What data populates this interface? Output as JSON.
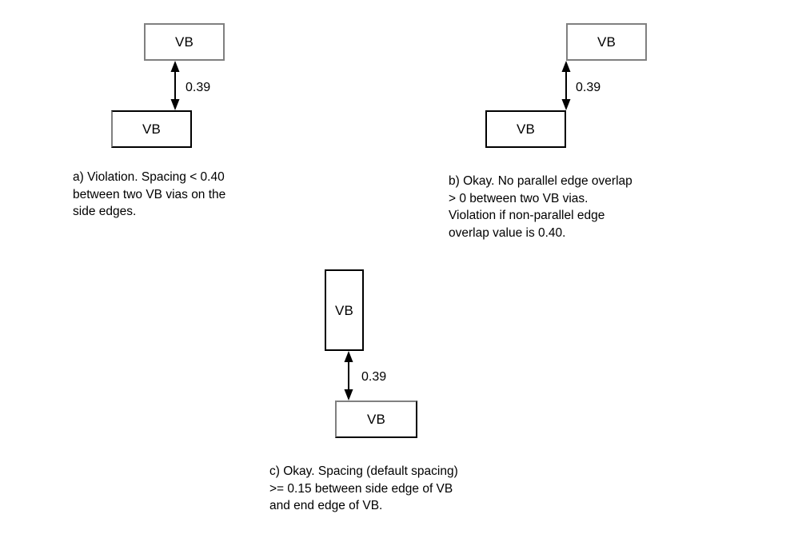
{
  "figure": {
    "background": "#ffffff",
    "box_fill": "#ffffff",
    "box_stroke_black": "#000000",
    "box_stroke_gray": "#808080",
    "arrow_color": "#000000"
  },
  "panels": [
    {
      "id": "a",
      "boxes": [
        {
          "label": "VB",
          "name": "via-box-top"
        },
        {
          "label": "VB",
          "name": "via-box-bottom"
        }
      ],
      "dimension": {
        "value": "0.39",
        "name": "spacing-dimension"
      },
      "caption": "a) Violation. Spacing < 0.40\nbetween two VB vias on the\nside edges."
    },
    {
      "id": "b",
      "boxes": [
        {
          "label": "VB",
          "name": "via-box-top"
        },
        {
          "label": "VB",
          "name": "via-box-bottom"
        }
      ],
      "dimension": {
        "value": "0.39",
        "name": "spacing-dimension"
      },
      "caption": "b) Okay. No parallel edge overlap\n> 0  between two VB vias.\nViolation if non-parallel edge\noverlap value is 0.40."
    },
    {
      "id": "c",
      "boxes": [
        {
          "label": "VB",
          "name": "via-box-top"
        },
        {
          "label": "VB",
          "name": "via-box-bottom"
        }
      ],
      "dimension": {
        "value": "0.39",
        "name": "spacing-dimension"
      },
      "caption": "c) Okay. Spacing (default spacing)\n>= 0.15 between side edge of VB\nand end edge of VB."
    }
  ]
}
